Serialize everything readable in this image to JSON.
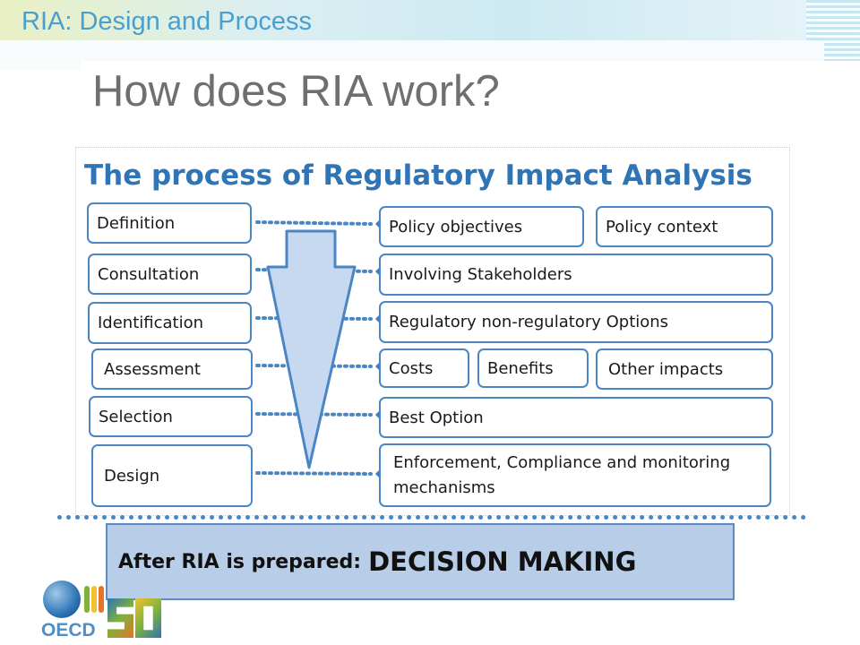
{
  "header": {
    "section_title": "RIA: Design and Process"
  },
  "slide": {
    "title": "How does RIA work?"
  },
  "diagram": {
    "title": "The process of Regulatory Impact Analysis",
    "stages": [
      "Definition",
      "Consultation",
      "Identification",
      "Assessment",
      "Selection",
      "Design"
    ],
    "outputs": {
      "policy_objectives": "Policy objectives",
      "policy_context": "Policy context",
      "involving_stakeholders": "Involving Stakeholders",
      "options": "Regulatory non-regulatory Options",
      "costs": "Costs",
      "benefits": "Benefits",
      "other_impacts": "Other impacts",
      "best_option": "Best Option",
      "enforcement": "Enforcement, Compliance and monitoring mechanisms"
    }
  },
  "footer": {
    "decision_prefix": "After RIA is prepared:",
    "decision_strong": "DECISION MAKING",
    "logo_text": "OECD"
  },
  "colors": {
    "accent_blue": "#2f74b5",
    "box_border": "#4b86c4",
    "decision_fill": "#b7cde8",
    "header_text": "#49a0cf"
  }
}
